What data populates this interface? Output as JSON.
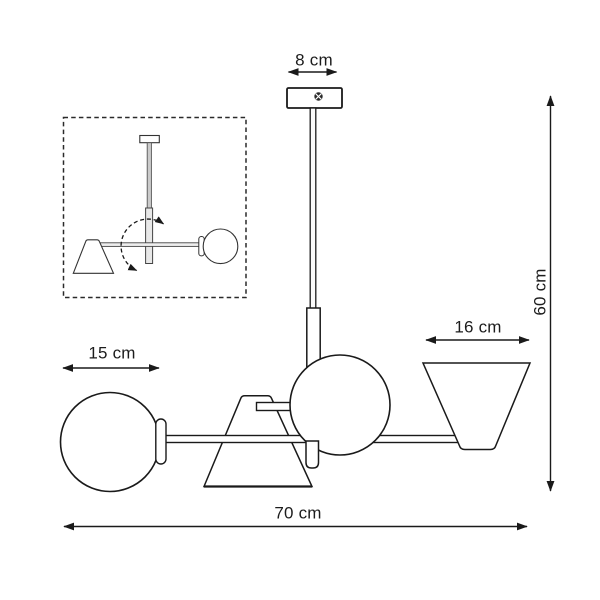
{
  "diagram_title": "Pendant lamp dimension drawing",
  "dimensions": {
    "canopy_width": {
      "label": "8 cm"
    },
    "total_height": {
      "label": "60 cm"
    },
    "shade_width": {
      "label": "16 cm"
    },
    "globe_width": {
      "label": "15 cm"
    },
    "total_width": {
      "label": "70 cm"
    }
  },
  "icons": {
    "rotation_arrow": "dashed curved double-headed arrow",
    "screw": "screw head on ceiling canopy"
  },
  "colors": {
    "line": "#1a1a1a",
    "background": "#ffffff",
    "inset_rod_fill": "#cbcbcb"
  }
}
